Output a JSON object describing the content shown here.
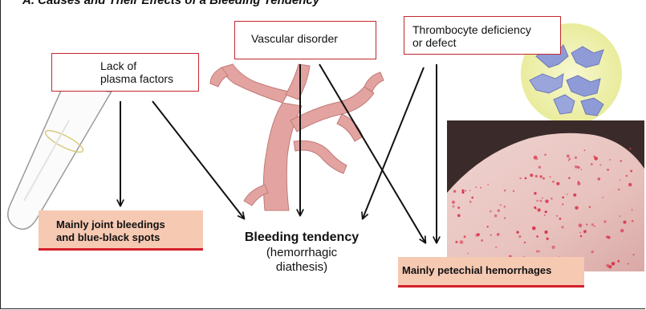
{
  "heading": "A. Causes and Their Effects of a Bleeding Tendency",
  "causes": {
    "plasma": {
      "line1": "Lack of",
      "line2": "plasma factors"
    },
    "vascular": {
      "label": "Vascular disorder"
    },
    "thrombocyte": {
      "line1": "Thrombocyte deficiency",
      "line2": "or defect"
    }
  },
  "center": {
    "title": "Bleeding tendency",
    "line1": "(hemorrhagic",
    "line2": "diathesis)"
  },
  "results": {
    "joint": {
      "line1": "Mainly joint bleedings",
      "line2": "and blue-black spots"
    },
    "petechial": {
      "label": "Mainly petechial hemorrhages"
    }
  },
  "colors": {
    "box_border": "#c2272d",
    "result_fill": "#f6c9b3",
    "result_underline": "#d4202a",
    "platelet_disc": "#f0f2b4",
    "platelet": "#8f9bd6",
    "vessel": "#e3a3a0",
    "skin": "#e9c6c3"
  },
  "icons": [
    "test-tube-icon",
    "blood-vessel-icon",
    "platelets-icon",
    "petechiae-skin-photo"
  ]
}
